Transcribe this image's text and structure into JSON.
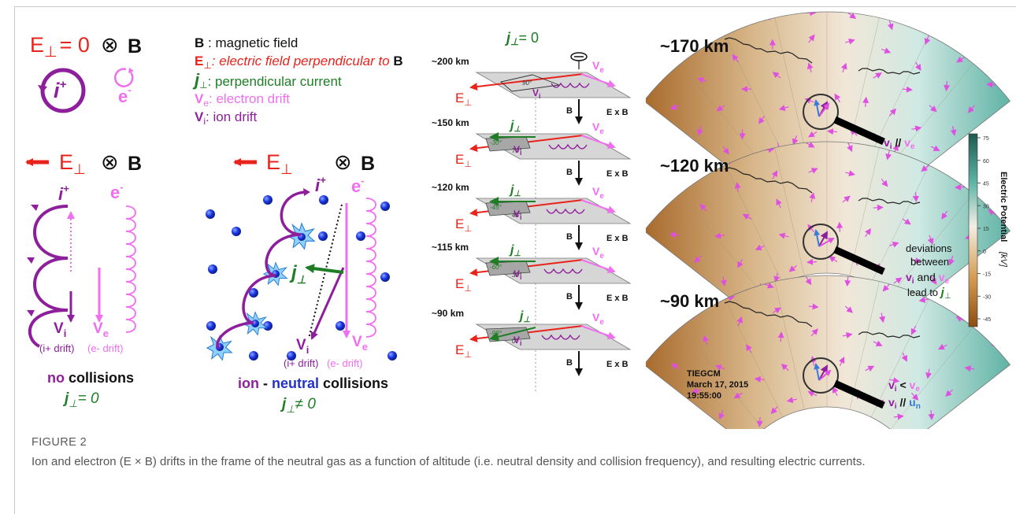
{
  "figure": {
    "label": "FIGURE 2",
    "caption": "Ion and electron (E × B) drifts in the frame of the neutral gas as a function of altitude (i.e. neutral density and collision frequency), and resulting electric currents."
  },
  "panel_a": {
    "e_perp": "E",
    "e_perp_sub": "⊥",
    "e_eq_zero": "= 0",
    "b_symbol": "⊗",
    "b_label": "B",
    "ion": "i",
    "ion_sup": "+",
    "electron": "e",
    "electron_sup": "-"
  },
  "legend": {
    "b": "B",
    "b_desc": " : magnetic field",
    "e": "E",
    "e_sub": "⊥",
    "e_desc": ": electric field perpendicular to ",
    "e_desc_b": "B",
    "j": "j",
    "j_sub": "⊥",
    "j_desc": ": perpendicular current",
    "ve": "V",
    "ve_sub": "e",
    "ve_desc": ": electron drift",
    "vi": "V",
    "vi_sub": "i",
    "vi_desc": ": ion drift"
  },
  "panel_b": {
    "arrow": "←",
    "e": "E",
    "e_sub": "⊥",
    "b_symbol": "⊗",
    "b": "B",
    "ion": "i",
    "ion_sup": "+",
    "electron": "e",
    "electron_sup": "-",
    "vi": "V",
    "vi_sub": "i",
    "vi_note": "(i+ drift)",
    "ve": "V",
    "ve_sub": "e",
    "ve_note": "(e- drift)",
    "title_bold": "no",
    "title_rest": " collisions",
    "current": "j",
    "current_sub": "⊥",
    "current_eq": "= 0"
  },
  "panel_c": {
    "arrow": "←",
    "e": "E",
    "e_sub": "⊥",
    "b_symbol": "⊗",
    "b": "B",
    "ion": "i",
    "ion_sup": "+",
    "electron": "e",
    "electron_sup": "-",
    "j": "j",
    "j_sub": "⊥",
    "vi": "V",
    "vi_sub": "i",
    "vi_note": "(i+ drift)",
    "ve": "V",
    "ve_sub": "e",
    "ve_note": "(e- drift)",
    "title_ion": "ion",
    "title_dash": " - ",
    "title_neutral": "neutral",
    "title_rest": " collisions",
    "current": "j",
    "current_sub": "⊥",
    "current_eq": "≠ 0"
  },
  "altitude_stack": {
    "j_top": "j",
    "j_top_sub": "⊥",
    "j_top_eq": "= 0",
    "e": "E",
    "e_sub": "⊥",
    "b": "B",
    "exb": "E x B",
    "vi": "V",
    "vi_sub": "i",
    "ve": "V",
    "ve_sub": "e",
    "j": "j",
    "j_sub": "⊥",
    "layers": [
      {
        "alt": "~200 km",
        "angles": [
          "90°"
        ]
      },
      {
        "alt": "~150 km",
        "angles": [
          "-30°",
          "70°"
        ]
      },
      {
        "alt": "~120 km",
        "angles": [
          "-45°",
          "45°"
        ]
      },
      {
        "alt": "~115 km",
        "angles": [
          "-60°",
          "30°"
        ]
      },
      {
        "alt": "~90 km",
        "angles": [
          "-90°",
          "0°"
        ]
      }
    ]
  },
  "maps": {
    "labels": [
      "~170 km",
      "~120 km",
      "~90 km"
    ],
    "note_1a": "v",
    "note_1a_sub": "i",
    "note_1b": " // ",
    "note_1c": "v",
    "note_1c_sub": "e",
    "deviation_lines": [
      "deviations",
      "between"
    ],
    "dev_vi": "v",
    "dev_vi_sub": "i",
    "dev_and": " and ",
    "dev_ve": "v",
    "dev_ve_sub": "e",
    "dev_lead": "lead to ",
    "dev_j": "j",
    "dev_j_sub": "⊥",
    "note_3a_vi": "v",
    "note_3a_vi_sub": "i",
    "note_3a_op": " < ",
    "note_3a_ve": "v",
    "note_3a_ve_sub": "e",
    "note_3b_vi": "v",
    "note_3b_vi_sub": "i",
    "note_3b_op": " // ",
    "note_3b_un": "u",
    "note_3b_un_sub": "n",
    "model_lines": [
      "TIEGCM",
      "March 17, 2015",
      "19:55:00"
    ],
    "colorbar_title": "Electric Potential",
    "colorbar_unit": "[kV]",
    "colorbar_ticks": [
      "75",
      "60",
      "45",
      "30",
      "15",
      "0",
      "-15",
      "-30",
      "-45"
    ],
    "colors": {
      "max": "#1f5a4f",
      "mid": "#f4eee4",
      "min": "#8b4e12"
    }
  },
  "colors": {
    "red": "#e8231b",
    "purple": "#8e1f9c",
    "pink": "#f06ff0",
    "green": "#1e7d25",
    "blue": "#2333c8",
    "neutral_blue": "#1835e0",
    "plane_fill": "#d6d6d6",
    "plane_dark": "#a7a7a7"
  }
}
